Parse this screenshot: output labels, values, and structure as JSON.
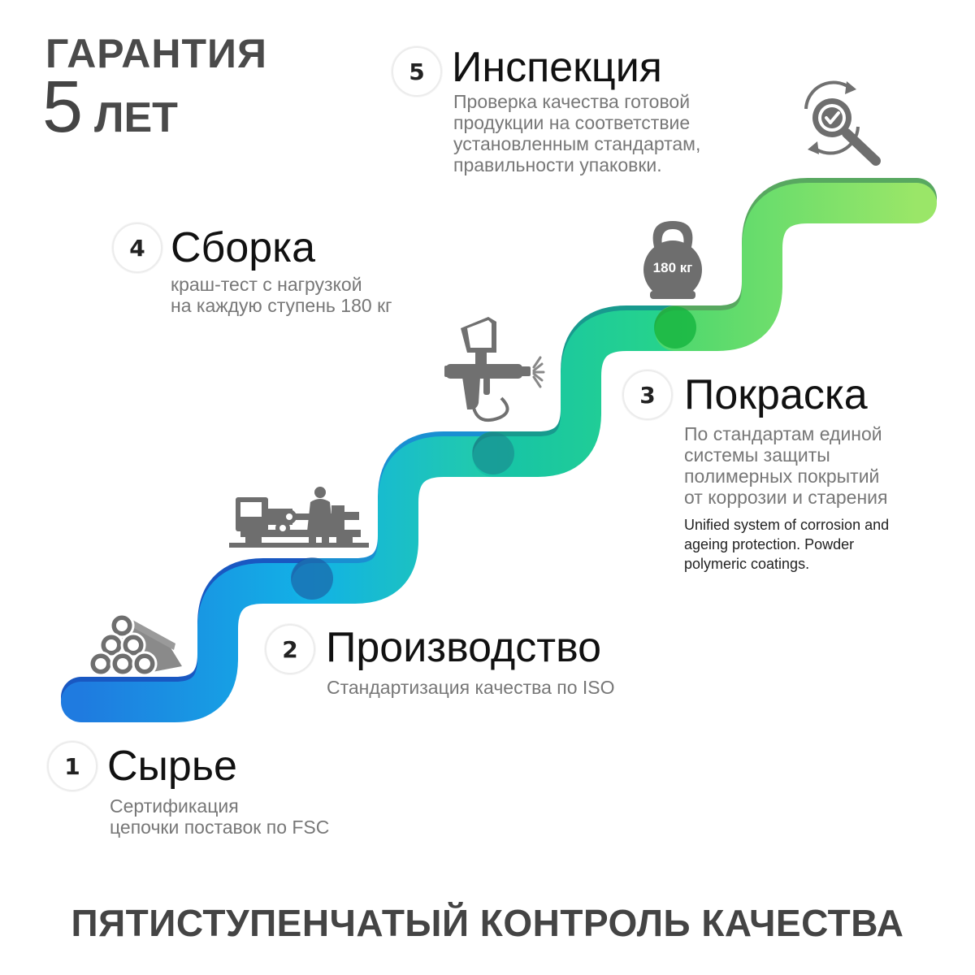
{
  "guarantee": {
    "line1": "ГАРАНТИЯ",
    "number": "5",
    "unit": "ЛЕТ"
  },
  "steps": [
    {
      "number": "1",
      "title": "Сырье",
      "description": "Сертификация\nцепочки поставок по FSC",
      "icon": "pipes-icon"
    },
    {
      "number": "2",
      "title": "Производство",
      "description": "Стандартизация качества по ISO",
      "icon": "lathe-machine-icon"
    },
    {
      "number": "3",
      "title": "Покраска",
      "description": "По стандартам единой\nсистемы защиты\nполимерных покрытий\nот коррозии и старения",
      "description_en": "Unified system of corrosion and\nageing protection. Powder\npolymeric coatings.",
      "icon": "spray-gun-icon"
    },
    {
      "number": "4",
      "title": "Сборка",
      "description": "краш-тест с нагрузкой\nна каждую ступень 180 кг",
      "icon": "kettlebell-icon"
    },
    {
      "number": "5",
      "title": "Инспекция",
      "description": "Проверка качества готовой\nпродукции на соответствие\nустановленным стандартам,\nправильности упаковки.",
      "icon": "quality-check-magnifier-icon"
    }
  ],
  "kettlebell_label": "180 кг",
  "footer": "ПЯТИСТУПЕНЧАТЫЙ КОНТРОЛЬ КАЧЕСТВА",
  "colors": {
    "step1": "#1f7be0",
    "step2": "#12b2e6",
    "step3": "#20cc9a",
    "step4": "#94e564",
    "text_dark": "#111111",
    "text_gray": "#777777",
    "icon_gray": "#707070"
  }
}
